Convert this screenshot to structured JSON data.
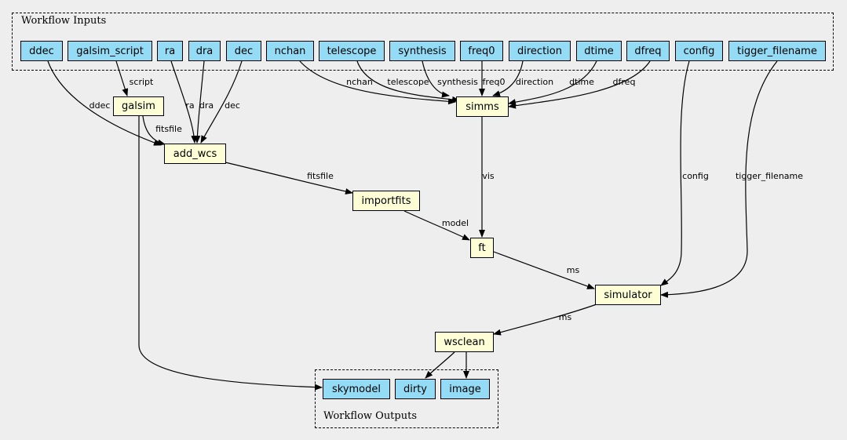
{
  "groups": {
    "inputs_label": "Workflow Inputs",
    "outputs_label": "Workflow Outputs"
  },
  "inputs": [
    {
      "id": "ddec",
      "label": "ddec"
    },
    {
      "id": "galsim_script",
      "label": "galsim_script"
    },
    {
      "id": "ra",
      "label": "ra"
    },
    {
      "id": "dra",
      "label": "dra"
    },
    {
      "id": "dec",
      "label": "dec"
    },
    {
      "id": "nchan",
      "label": "nchan"
    },
    {
      "id": "telescope",
      "label": "telescope"
    },
    {
      "id": "synthesis",
      "label": "synthesis"
    },
    {
      "id": "freq0",
      "label": "freq0"
    },
    {
      "id": "direction",
      "label": "direction"
    },
    {
      "id": "dtime",
      "label": "dtime"
    },
    {
      "id": "dfreq",
      "label": "dfreq"
    },
    {
      "id": "config",
      "label": "config"
    },
    {
      "id": "tigger_filename",
      "label": "tigger_filename"
    }
  ],
  "steps": [
    {
      "id": "galsim",
      "label": "galsim"
    },
    {
      "id": "add_wcs",
      "label": "add_wcs"
    },
    {
      "id": "simms",
      "label": "simms"
    },
    {
      "id": "importfits",
      "label": "importfits"
    },
    {
      "id": "ft",
      "label": "ft"
    },
    {
      "id": "simulator",
      "label": "simulator"
    },
    {
      "id": "wsclean",
      "label": "wsclean"
    }
  ],
  "outputs": [
    {
      "id": "skymodel",
      "label": "skymodel"
    },
    {
      "id": "dirty",
      "label": "dirty"
    },
    {
      "id": "image",
      "label": "image"
    }
  ],
  "edges": [
    {
      "from": "ddec",
      "to": "add_wcs",
      "label": "ddec"
    },
    {
      "from": "galsim_script",
      "to": "galsim",
      "label": "script"
    },
    {
      "from": "ra",
      "to": "add_wcs",
      "label": "ra"
    },
    {
      "from": "dra",
      "to": "add_wcs",
      "label": "dra"
    },
    {
      "from": "dec",
      "to": "add_wcs",
      "label": "dec"
    },
    {
      "from": "galsim",
      "to": "add_wcs",
      "label": "fitsfile"
    },
    {
      "from": "nchan",
      "to": "simms",
      "label": "nchan"
    },
    {
      "from": "telescope",
      "to": "simms",
      "label": "telescope"
    },
    {
      "from": "synthesis",
      "to": "simms",
      "label": "synthesis"
    },
    {
      "from": "freq0",
      "to": "simms",
      "label": "freq0"
    },
    {
      "from": "direction",
      "to": "simms",
      "label": "direction"
    },
    {
      "from": "dtime",
      "to": "simms",
      "label": "dtime"
    },
    {
      "from": "dfreq",
      "to": "simms",
      "label": "dfreq"
    },
    {
      "from": "add_wcs",
      "to": "importfits",
      "label": "fitsfile"
    },
    {
      "from": "simms",
      "to": "ft",
      "label": "vis"
    },
    {
      "from": "importfits",
      "to": "ft",
      "label": "model"
    },
    {
      "from": "ft",
      "to": "simulator",
      "label": "ms"
    },
    {
      "from": "config",
      "to": "simulator",
      "label": "config"
    },
    {
      "from": "tigger_filename",
      "to": "simulator",
      "label": "tigger_filename"
    },
    {
      "from": "simulator",
      "to": "wsclean",
      "label": "ms"
    },
    {
      "from": "galsim",
      "to": "skymodel",
      "label": ""
    },
    {
      "from": "wsclean",
      "to": "dirty",
      "label": ""
    },
    {
      "from": "wsclean",
      "to": "image",
      "label": ""
    }
  ]
}
